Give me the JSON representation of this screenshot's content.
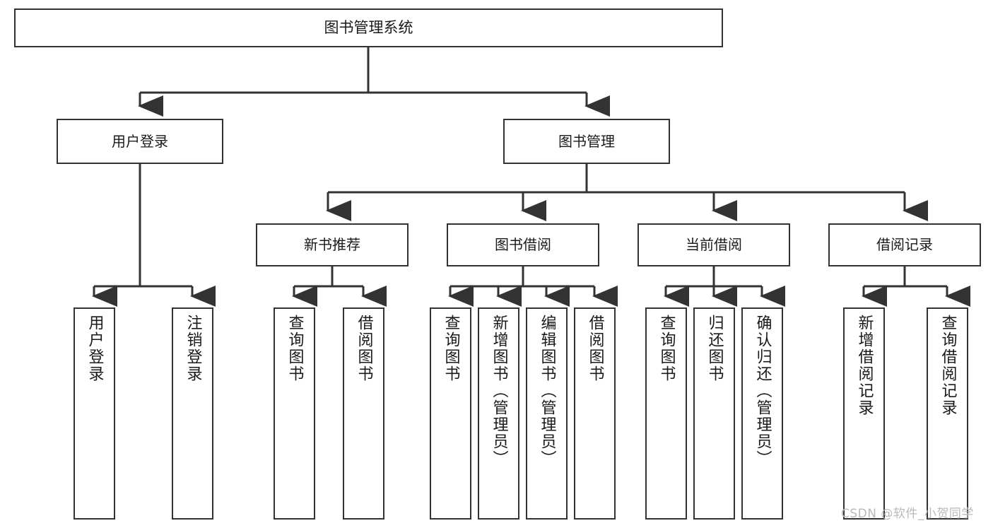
{
  "diagram": {
    "title": "图书管理系统",
    "type": "hierarchy-tree",
    "root": {
      "label": "图书管理系统"
    },
    "level2": [
      {
        "label": "用户登录"
      },
      {
        "label": "图书管理"
      }
    ],
    "level3": [
      {
        "label": "新书推荐"
      },
      {
        "label": "图书借阅"
      },
      {
        "label": "当前借阅"
      },
      {
        "label": "借阅记录"
      }
    ],
    "leaves": [
      {
        "label": "用户登录",
        "parent": "用户登录"
      },
      {
        "label": "注销登录",
        "parent": "用户登录"
      },
      {
        "label": "查询图书",
        "parent": "新书推荐"
      },
      {
        "label": "借阅图书",
        "parent": "新书推荐"
      },
      {
        "label": "查询图书",
        "parent": "图书借阅"
      },
      {
        "label": "新增图书（管理员）",
        "parent": "图书借阅"
      },
      {
        "label": "编辑图书（管理员）",
        "parent": "图书借阅"
      },
      {
        "label": "借阅图书",
        "parent": "图书借阅"
      },
      {
        "label": "查询图书",
        "parent": "当前借阅"
      },
      {
        "label": "归还图书",
        "parent": "当前借阅"
      },
      {
        "label": "确认归还（管理员）",
        "parent": "当前借阅"
      },
      {
        "label": "新增借阅记录",
        "parent": "借阅记录"
      },
      {
        "label": "查询借阅记录",
        "parent": "借阅记录"
      }
    ]
  },
  "watermark": {
    "text": "CSDN @软件_小贺同学"
  },
  "colors": {
    "stroke": "#333333",
    "text": "#1a1a1a",
    "background": "#ffffff",
    "watermark": "#b9b9b9"
  }
}
